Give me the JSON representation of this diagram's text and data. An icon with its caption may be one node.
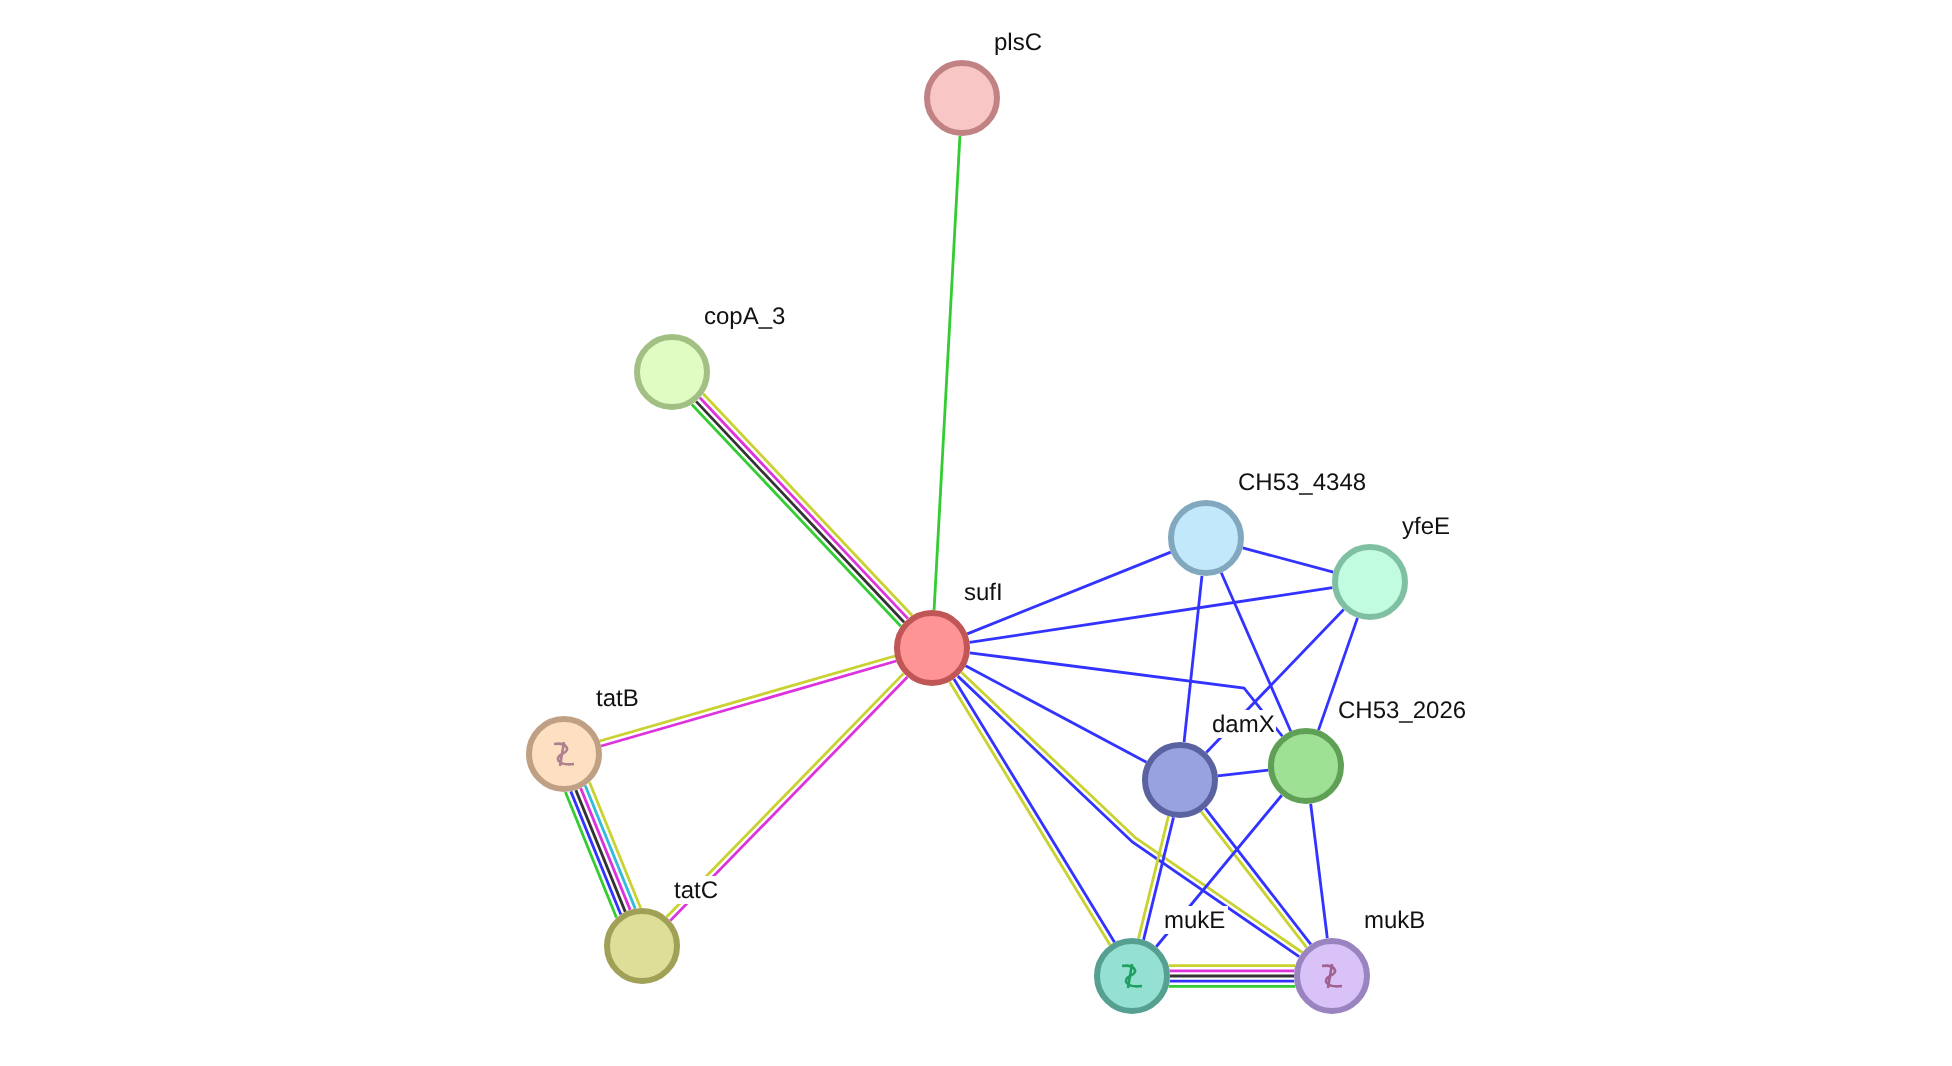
{
  "diagram": {
    "nodes": [
      {
        "text": [
          "plsC"
        ]
      },
      {
        "text": [
          "copA_3"
        ]
      },
      {
        "text": [
          "CH53_4348"
        ]
      },
      {
        "text": [
          "yfeE"
        ]
      },
      {
        "text": [
          "sufI"
        ]
      },
      {
        "text": [
          "tatB"
        ]
      },
      {
        "text": [
          "CH53_2026"
        ]
      },
      {
        "text": [
          "damX"
        ]
      },
      {
        "text": [
          "tatC"
        ]
      },
      {
        "text": [
          "mukE"
        ]
      },
      {
        "text": [
          "mukB"
        ]
      }
    ],
    "edges": [
      {
        "from": 0,
        "to": 4,
        "arrow": "none",
        "color": "#33cc33"
      },
      {
        "from": 1,
        "to": 4,
        "arrow": "none",
        "color": "#c8d230"
      },
      {
        "from": 1,
        "to": 4,
        "arrow": "none",
        "color": "#dd33dd"
      },
      {
        "from": 1,
        "to": 4,
        "arrow": "none",
        "color": "#333333"
      },
      {
        "from": 1,
        "to": 4,
        "arrow": "none",
        "color": "#33cc33"
      },
      {
        "from": 5,
        "to": 4,
        "arrow": "none",
        "color": "#dd33dd"
      },
      {
        "from": 5,
        "to": 4,
        "arrow": "none",
        "color": "#c8d230"
      },
      {
        "from": 8,
        "to": 4,
        "arrow": "none",
        "color": "#dd33dd"
      },
      {
        "from": 8,
        "to": 4,
        "arrow": "none",
        "color": "#c8d230"
      },
      {
        "from": 5,
        "to": 8,
        "arrow": "none",
        "color": "#c8d230"
      },
      {
        "from": 5,
        "to": 8,
        "arrow": "none",
        "color": "#33bbdd"
      },
      {
        "from": 5,
        "to": 8,
        "arrow": "none",
        "color": "#dd33dd"
      },
      {
        "from": 5,
        "to": 8,
        "arrow": "none",
        "color": "#333333"
      },
      {
        "from": 5,
        "to": 8,
        "arrow": "none"
      },
      {
        "from": 5,
        "to": 8,
        "arrow": "none",
        "color": "#33cc33"
      },
      {
        "from": 4,
        "to": 2,
        "arrow": "none"
      },
      {
        "from": 4,
        "to": 3,
        "arrow": "none"
      },
      {
        "from": 4,
        "to": 6,
        "arrow": "none"
      },
      {
        "from": 4,
        "to": 7,
        "arrow": "none"
      },
      {
        "from": 4,
        "to": 10,
        "arrow": "none",
        "color": "#c8d230"
      },
      {
        "from": 4,
        "to": 10,
        "arrow": "none"
      },
      {
        "from": 4,
        "to": 9,
        "arrow": "none"
      },
      {
        "from": 4,
        "to": 9,
        "arrow": "none",
        "color": "#c8d230"
      },
      {
        "from": 2,
        "to": 3,
        "arrow": "none"
      },
      {
        "from": 2,
        "to": 7,
        "arrow": "none"
      },
      {
        "from": 2,
        "to": 6,
        "arrow": "none"
      },
      {
        "from": 3,
        "to": 7,
        "arrow": "none"
      },
      {
        "from": 3,
        "to": 6,
        "arrow": "none"
      },
      {
        "from": 7,
        "to": 6,
        "arrow": "none"
      },
      {
        "from": 7,
        "to": 9,
        "arrow": "none"
      },
      {
        "from": 7,
        "to": 9,
        "arrow": "none",
        "color": "#c8d230"
      },
      {
        "from": 7,
        "to": 10,
        "arrow": "none"
      },
      {
        "from": 7,
        "to": 10,
        "arrow": "none",
        "color": "#c8d230"
      },
      {
        "from": 6,
        "to": 9,
        "arrow": "none"
      },
      {
        "from": 6,
        "to": 10,
        "arrow": "none"
      },
      {
        "from": 9,
        "to": 10,
        "arrow": "none",
        "color": "#c8d230"
      },
      {
        "from": 9,
        "to": 10,
        "arrow": "none",
        "color": "#dd33dd"
      },
      {
        "from": 9,
        "to": 10,
        "arrow": "none",
        "color": "#333333"
      },
      {
        "from": 9,
        "to": 10,
        "arrow": "none"
      },
      {
        "from": 9,
        "to": 10,
        "arrow": "none",
        "color": "#33cc33"
      }
    ]
  }
}
